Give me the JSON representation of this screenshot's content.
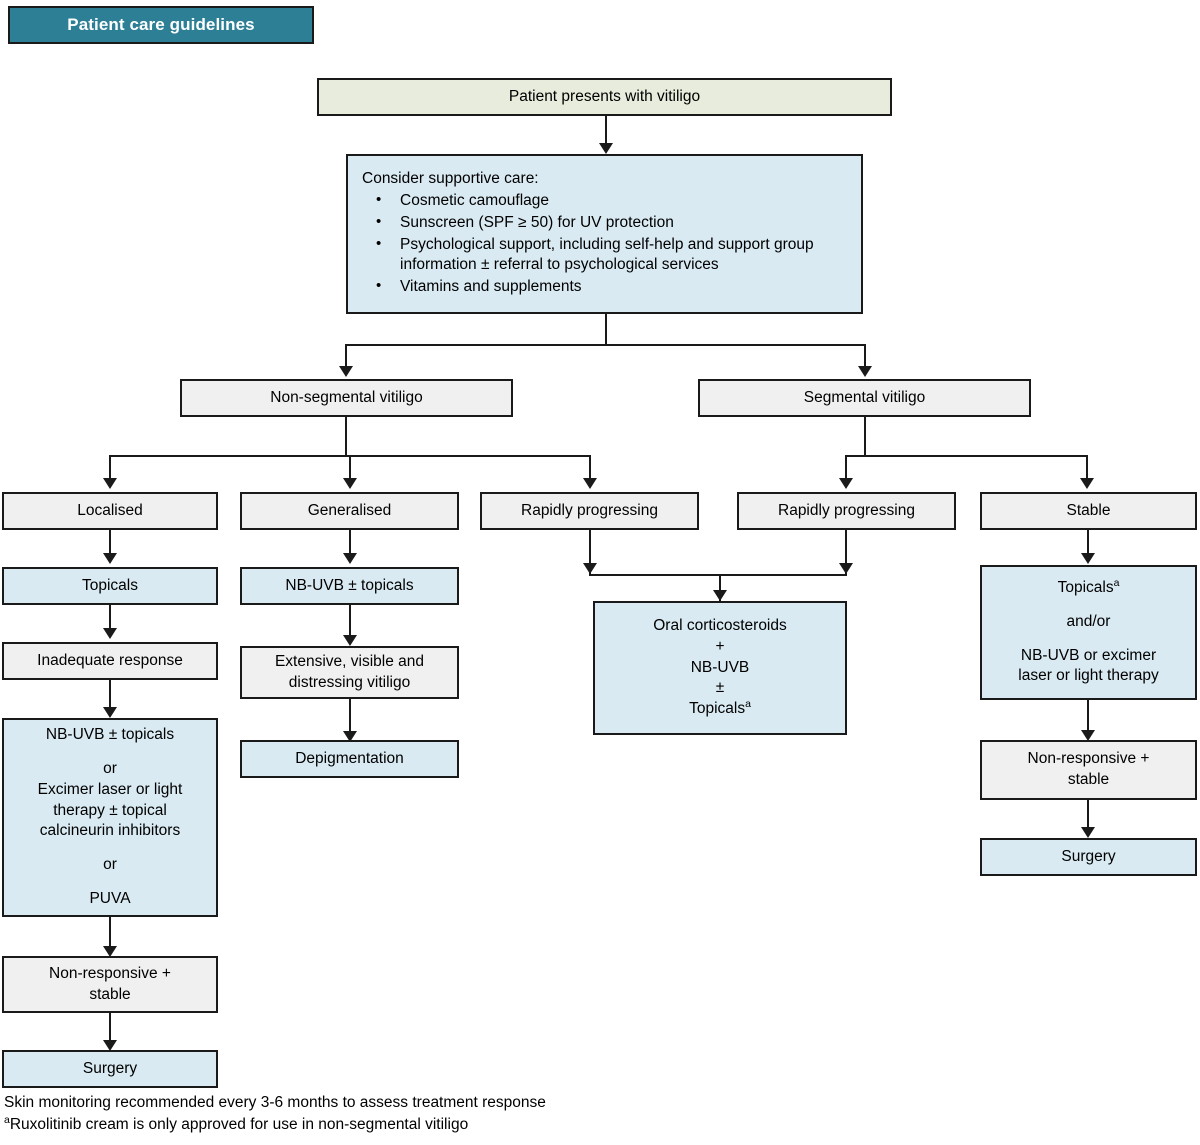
{
  "banner": {
    "label": "Patient care guidelines",
    "bg_color": "#2d7f96",
    "text_color": "#ffffff"
  },
  "colors": {
    "cream": "#e8ecdc",
    "light_blue": "#d9eaf2",
    "light_grey": "#f0f0f0",
    "border": "#1a1a1a",
    "teal": "#2d7f96"
  },
  "chart_data": {
    "type": "diagram",
    "title": "Patient care guidelines",
    "subtype": "clinical treatment flowchart",
    "nodes": [
      {
        "id": "start",
        "label": "Patient presents with  vitiligo",
        "fill": "cream",
        "level": 0
      },
      {
        "id": "supportive",
        "label": "Consider supportive care:",
        "fill": "light_blue",
        "level": 1
      },
      {
        "id": "nonseg",
        "label": "Non-segmental vitiligo",
        "fill": "light_grey",
        "level": 2
      },
      {
        "id": "seg",
        "label": "Segmental vitiligo",
        "fill": "light_grey",
        "level": 2
      },
      {
        "id": "localised",
        "label": "Localised",
        "fill": "light_grey",
        "level": 3
      },
      {
        "id": "generalised",
        "label": "Generalised",
        "fill": "light_grey",
        "level": 3
      },
      {
        "id": "rapid-ns",
        "label": "Rapidly progressing",
        "fill": "light_grey",
        "level": 3
      },
      {
        "id": "rapid-s",
        "label": "Rapidly progressing",
        "fill": "light_grey",
        "level": 3
      },
      {
        "id": "stable",
        "label": "Stable",
        "fill": "light_grey",
        "level": 3
      },
      {
        "id": "topicals",
        "label": "Topicals",
        "fill": "light_blue",
        "level": 4
      },
      {
        "id": "nbuvb-top",
        "label": "NB-UVB ± topicals",
        "fill": "light_blue",
        "level": 4
      },
      {
        "id": "oral-cs",
        "label": "Oral corticosteroids + NB-UVB ± Topicalsᵃ",
        "fill": "light_blue",
        "level": 5
      },
      {
        "id": "topicals-a",
        "label": "Topicalsᵃ and/or NB-UVB or excimer laser or light therapy",
        "fill": "light_blue",
        "level": 4
      },
      {
        "id": "inadequate",
        "label": "Inadequate response",
        "fill": "light_grey",
        "level": 5
      },
      {
        "id": "extensive",
        "label": "Extensive, visible and distressing vitiligo",
        "fill": "light_grey",
        "level": 5
      },
      {
        "id": "nonresp-right",
        "label": "Non-responsive + stable",
        "fill": "light_grey",
        "level": 5
      },
      {
        "id": "nbuvb-or",
        "label": "NB-UVB ± topicals or Excimer laser or light therapy ± topical calcineurin inhibitors or PUVA",
        "fill": "light_blue",
        "level": 6
      },
      {
        "id": "depigmentation",
        "label": "Depigmentation",
        "fill": "light_blue",
        "level": 6
      },
      {
        "id": "surgery-right",
        "label": "Surgery",
        "fill": "light_blue",
        "level": 6
      },
      {
        "id": "nonresp-left",
        "label": "Non-responsive + stable",
        "fill": "light_grey",
        "level": 7
      },
      {
        "id": "surgery-left",
        "label": "Surgery",
        "fill": "light_blue",
        "level": 8
      }
    ],
    "edges": [
      {
        "from": "start",
        "to": "supportive"
      },
      {
        "from": "supportive",
        "to": "nonseg"
      },
      {
        "from": "supportive",
        "to": "seg"
      },
      {
        "from": "nonseg",
        "to": "localised"
      },
      {
        "from": "nonseg",
        "to": "generalised"
      },
      {
        "from": "nonseg",
        "to": "rapid-ns"
      },
      {
        "from": "seg",
        "to": "rapid-s"
      },
      {
        "from": "seg",
        "to": "stable"
      },
      {
        "from": "localised",
        "to": "topicals"
      },
      {
        "from": "topicals",
        "to": "inadequate"
      },
      {
        "from": "inadequate",
        "to": "nbuvb-or"
      },
      {
        "from": "nbuvb-or",
        "to": "nonresp-left"
      },
      {
        "from": "nonresp-left",
        "to": "surgery-left"
      },
      {
        "from": "generalised",
        "to": "nbuvb-top"
      },
      {
        "from": "nbuvb-top",
        "to": "extensive"
      },
      {
        "from": "extensive",
        "to": "depigmentation"
      },
      {
        "from": "rapid-ns",
        "to": "oral-cs"
      },
      {
        "from": "rapid-s",
        "to": "oral-cs"
      },
      {
        "from": "stable",
        "to": "topicals-a"
      },
      {
        "from": "topicals-a",
        "to": "nonresp-right"
      },
      {
        "from": "nonresp-right",
        "to": "surgery-right"
      }
    ]
  },
  "nodes": {
    "start": {
      "text": "Patient presents with  vitiligo"
    },
    "supportive": {
      "title": "Consider supportive care:",
      "bullets": [
        "Cosmetic camouflage",
        "Sunscreen (SPF ≥ 50) for UV protection",
        "Psychological support, including self-help and support group information ± referral to psychological services",
        "Vitamins and supplements"
      ]
    },
    "nonseg": {
      "text": "Non-segmental vitiligo"
    },
    "seg": {
      "text": "Segmental vitiligo"
    },
    "localised": {
      "text": "Localised"
    },
    "generalised": {
      "text": "Generalised"
    },
    "rapid_ns": {
      "text": "Rapidly progressing"
    },
    "rapid_s": {
      "text": "Rapidly progressing"
    },
    "stable": {
      "text": "Stable"
    },
    "topicals": {
      "text": "Topicals"
    },
    "nbuvb_topicals": {
      "text": "NB-UVB ± topicals"
    },
    "inadequate": {
      "text": "Inadequate response"
    },
    "extensive": {
      "line1": "Extensive, visible and",
      "line2": "distressing vitiligo"
    },
    "depigmentation": {
      "text": "Depigmentation"
    },
    "oral_cs": {
      "line1": "Oral corticosteroids",
      "line2": "+",
      "line3": "NB-UVB",
      "line4": "±",
      "line5": "Topicals",
      "line5_sup": "a"
    },
    "nbuvb_or": {
      "line1": "NB-UVB ± topicals",
      "line2": "or",
      "line3": "Excimer laser or light",
      "line4": "therapy ± topical",
      "line5": "calcineurin inhibitors",
      "line6": "or",
      "line7": "PUVA"
    },
    "topicals_a": {
      "line1": "Topicals",
      "line1_sup": "a",
      "line2": "and/or",
      "line3": "NB-UVB or excimer",
      "line4": "laser or light therapy"
    },
    "nonresp_left": {
      "line1": "Non-responsive +",
      "line2": "stable"
    },
    "surgery_left": {
      "text": "Surgery"
    },
    "nonresp_right": {
      "line1": "Non-responsive +",
      "line2": "stable"
    },
    "surgery_right": {
      "text": "Surgery"
    }
  },
  "footnotes": {
    "line1": "Skin monitoring recommended every 3-6 months to assess treatment response",
    "line2_sup": "a",
    "line2": "Ruxolitinib cream is only approved for use in non-segmental vitiligo"
  }
}
